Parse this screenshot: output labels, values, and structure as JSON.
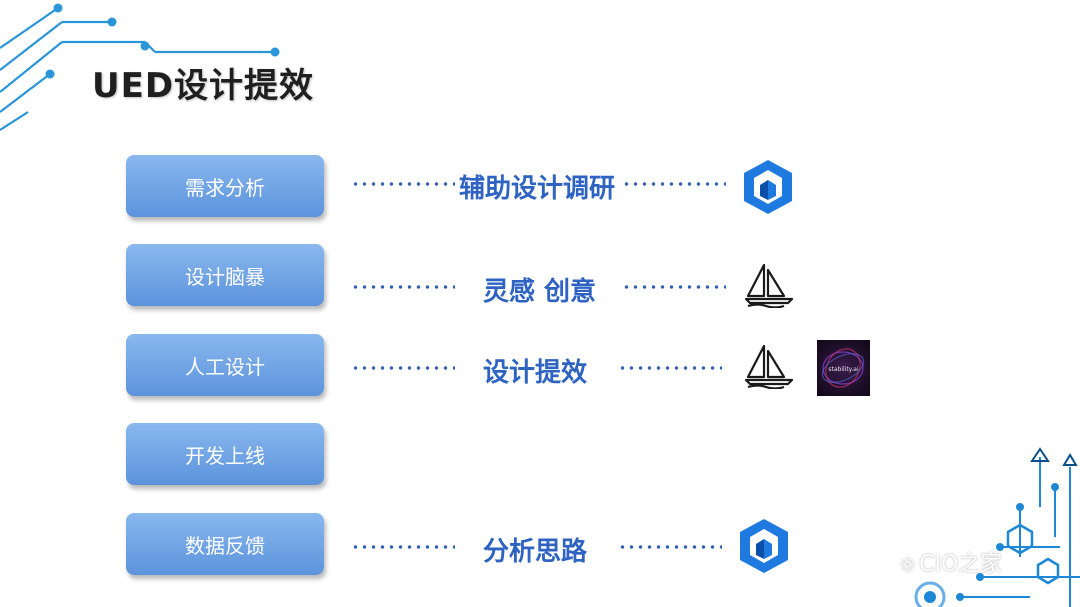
{
  "slide": {
    "title": "UED设计提效"
  },
  "steps": [
    {
      "label": "需求分析"
    },
    {
      "label": "设计脑暴"
    },
    {
      "label": "人工设计"
    },
    {
      "label": "开发上线"
    },
    {
      "label": "数据反馈"
    }
  ],
  "rows": [
    {
      "label": "辅助设计调研",
      "tool": "cube-logo-icon"
    },
    {
      "label": "灵感 创意",
      "tool": "sailboat-logo-icon"
    },
    {
      "label": "设计提效",
      "tool": "sailboat-logo-icon",
      "tool2": "stability.ai"
    },
    {
      "label": "分析思路",
      "tool": "cube-logo-icon"
    }
  ],
  "stability": {
    "text": "stability.ai"
  },
  "watermark": {
    "text": "CIO之家"
  },
  "colors": {
    "accent": "#2f63c2",
    "button": "#6ba1e6",
    "deco": "#1e88d6"
  }
}
